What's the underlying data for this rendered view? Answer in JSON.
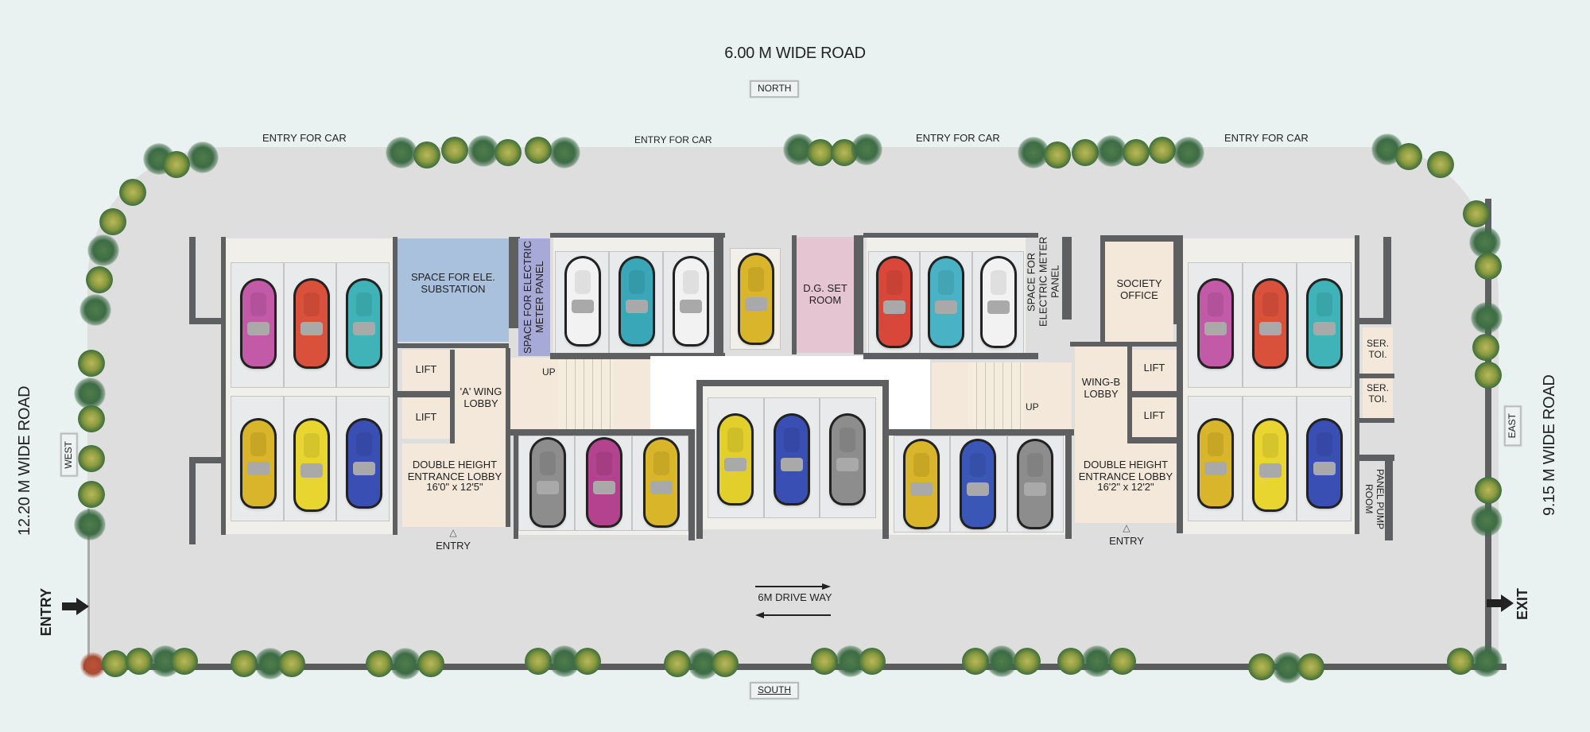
{
  "roads": {
    "north": "6.00 M WIDE ROAD",
    "west": "12.20 M WIDE ROAD",
    "east": "9.15 M WIDE ROAD"
  },
  "compass": {
    "north": "NORTH",
    "south": "SOUTH",
    "west": "WEST",
    "east": "EAST"
  },
  "entries_for_car": [
    "ENTRY FOR CAR",
    "ENTRY FOR CAR",
    "ENTRY FOR CAR",
    "ENTRY FOR CAR"
  ],
  "site": {
    "entry_label": "ENTRY",
    "exit_label": "EXIT",
    "driveway_label": "6M DRIVE WAY"
  },
  "rooms": {
    "substation": "SPACE FOR ELE. SUBSTATION",
    "meter_panel_a": "SPACE FOR ELECTRIC METER PANEL",
    "meter_panel_b": "SPACE FOR ELECTRIC METER PANEL",
    "dg_set_room": "D.G. SET ROOM",
    "society_office": "SOCIETY OFFICE",
    "lift": "LIFT",
    "a_wing_lobby": "'A' WING LOBBY",
    "b_wing_lobby": "WING-B LOBBY",
    "lobby_a_title": "DOUBLE HEIGHT ENTRANCE LOBBY",
    "lobby_a_size": "16'0\" x 12'5\"",
    "lobby_b_title": "DOUBLE HEIGHT ENTRANCE LOBBY",
    "lobby_b_size": "16'2\" x 12'2\"",
    "entry": "ENTRY",
    "up": "UP",
    "ser_toi": "SER. TOI.",
    "panel_pump_room": "PANEL PUMP ROOM"
  },
  "colors": {
    "background": "#e9f1f1",
    "site_paving": "#dedede",
    "wall": "#5d5f60",
    "substation": "#a9c1dc",
    "meter_panel": "#a7aad6",
    "dg_room": "#e6c5d2",
    "lobby": "#f3e8d9"
  },
  "parking": {
    "block_a_top": [
      "#c25aa8",
      "#d9513b",
      "#3fb3b8"
    ],
    "block_a_bottom": [
      "#d8b52a",
      "#e8d530",
      "#3a4fb3"
    ],
    "block_b_top": [
      "#f2f2f2",
      "#3aa7b8",
      "#f2f2f2"
    ],
    "block_b_bottom": [
      "#8d8d8d",
      "#b3438f",
      "#d9b52a"
    ],
    "single_yellow": [
      "#d8b52a"
    ],
    "block_c_top": [
      "#d9473a",
      "#49b2c4",
      "#f2f2f2"
    ],
    "block_center": [
      "#e2cf2c",
      "#3a4fb3",
      "#8d8d8d"
    ],
    "block_d_bottom": [
      "#d8b52a",
      "#3a57b8",
      "#8d8d8d"
    ],
    "block_e_top": [
      "#c25aa8",
      "#d9513b",
      "#3fb3b8"
    ],
    "block_e_bottom": [
      "#d8b52a",
      "#e8d530",
      "#3a4fb3"
    ]
  }
}
